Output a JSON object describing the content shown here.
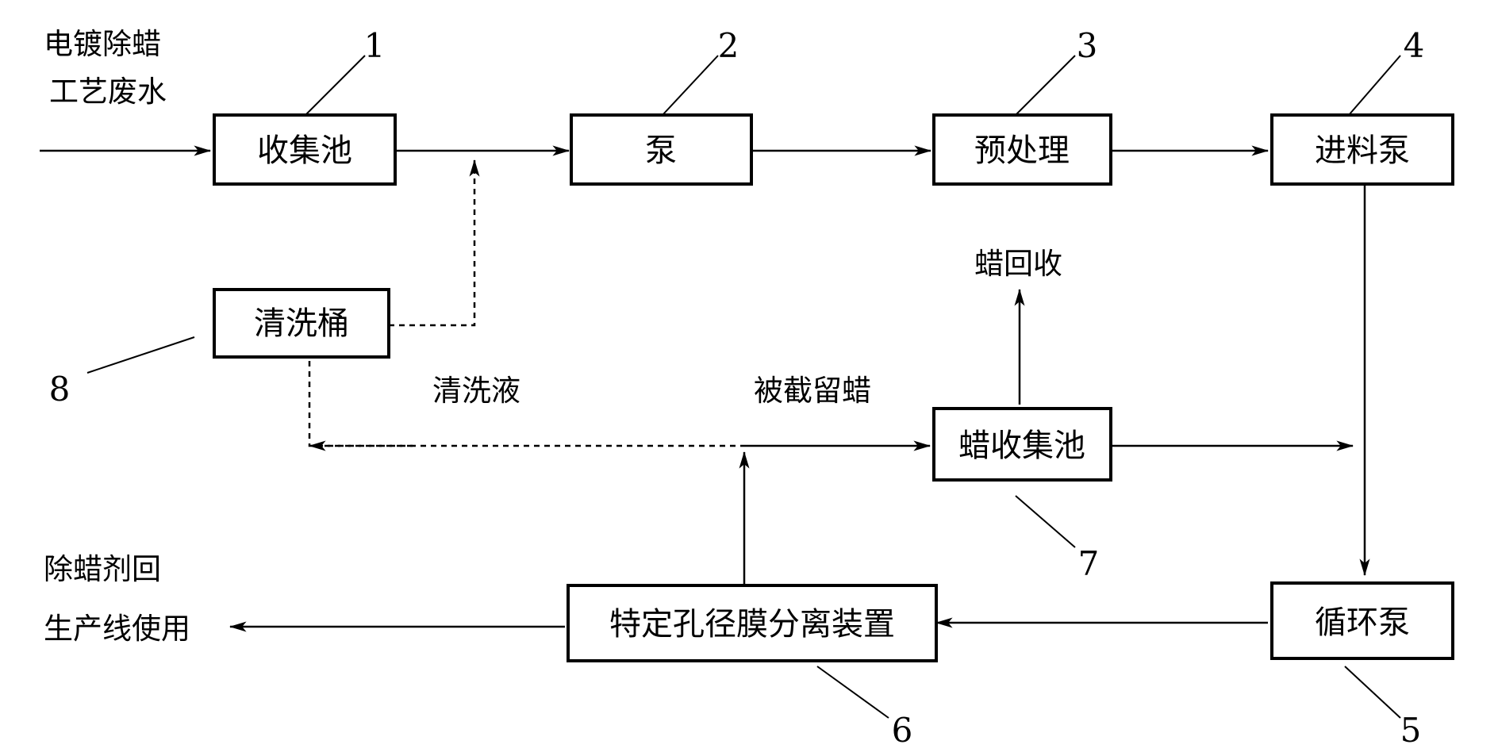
{
  "boxes": {
    "collection_tank": "收集池",
    "pump": "泵",
    "pretreatment": "预处理",
    "feed_pump": "进料泵",
    "cleaning_bucket": "清洗桶",
    "wax_collection_tank": "蜡收集池",
    "membrane_device": "特定孔径膜分离装置",
    "circulation_pump": "循环泵"
  },
  "labels": {
    "input_line1": "电镀除蜡",
    "input_line2": "工艺废水",
    "wax_recovery": "蜡回收",
    "cleaning_liquid": "清洗液",
    "retained_wax": "被截留蜡",
    "output_line1": "除蜡剂回",
    "output_line2": "生产线使用"
  },
  "numbers": {
    "n1": "1",
    "n2": "2",
    "n3": "3",
    "n4": "4",
    "n5": "5",
    "n6": "6",
    "n7": "7",
    "n8": "8"
  }
}
